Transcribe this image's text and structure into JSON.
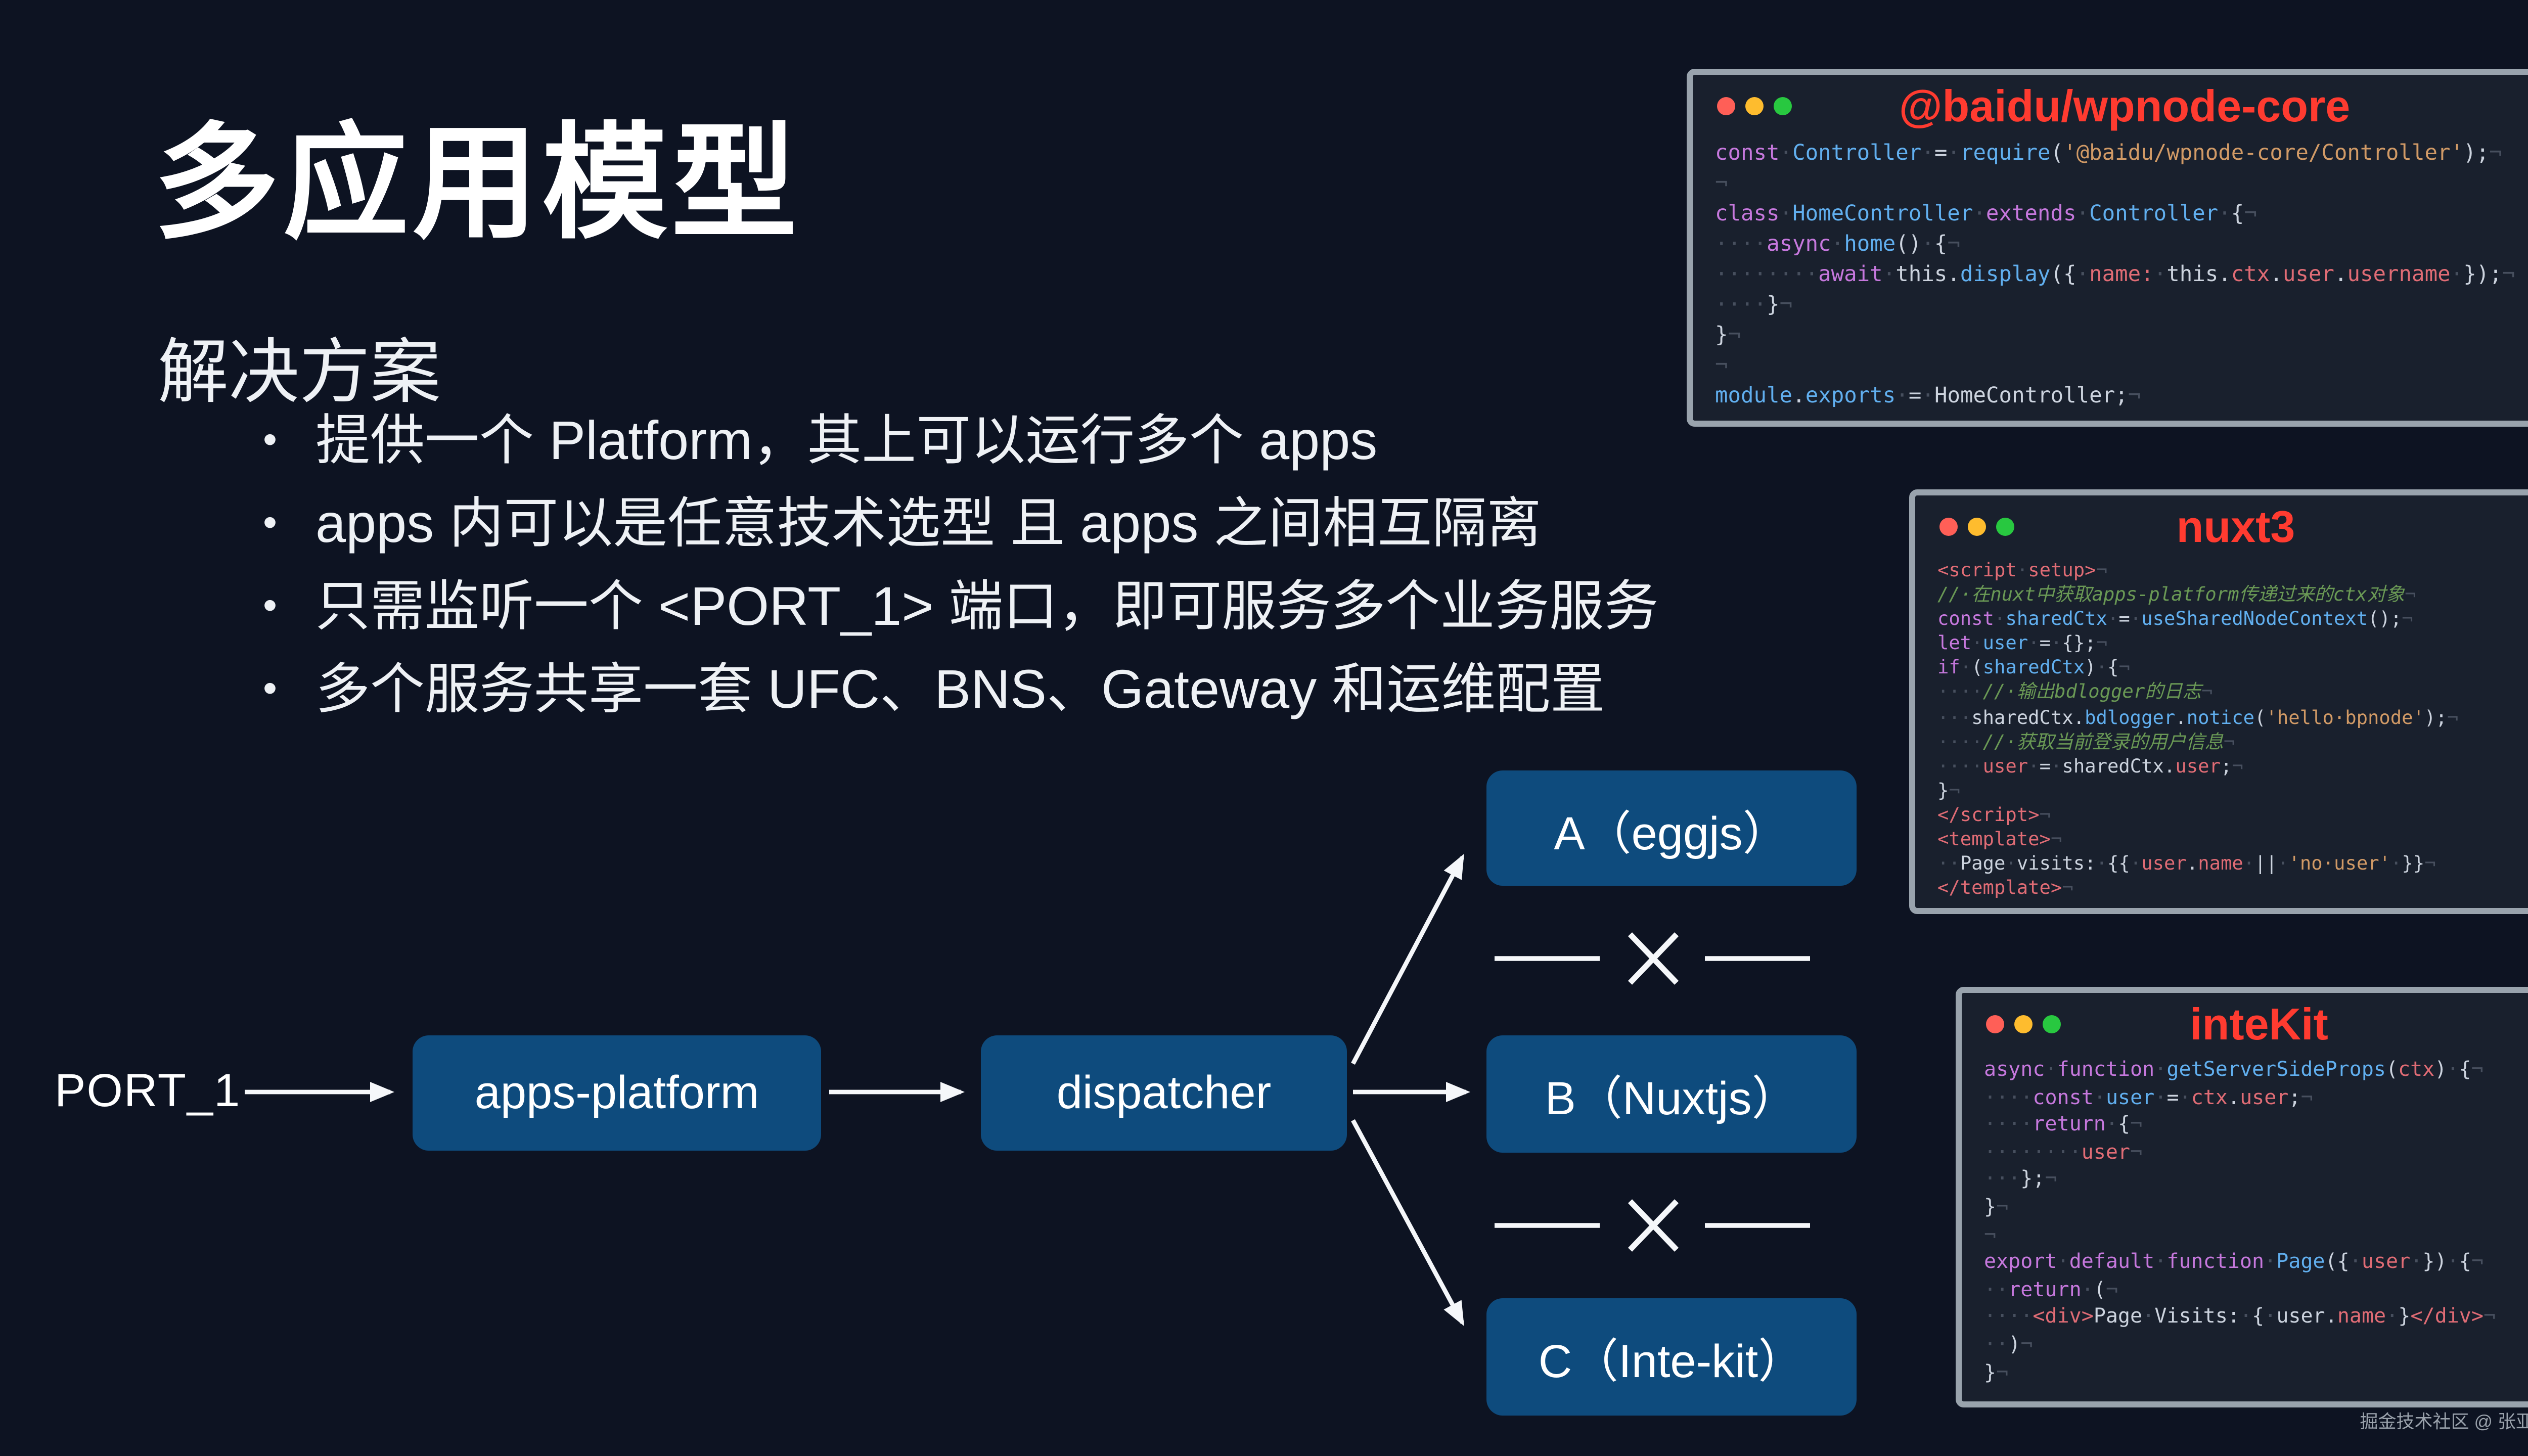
{
  "slide": {
    "title": "多应用模型",
    "subtitle": "解决方案",
    "bullets": [
      "提供一个 Platform，其上可以运行多个 apps",
      "apps 内可以是任意技术选型 且 apps 之间相互隔离",
      "只需监听一个 <PORT_1> 端口，即可服务多个业务服务",
      "多个服务共享一套 UFC、BNS、Gateway 和运维配置"
    ],
    "watermark": "掘金技术社区 @ 张亚涛"
  },
  "diagram": {
    "port_label": "PORT_1",
    "nodes": [
      {
        "id": "apps-platform",
        "label": "apps-platform"
      },
      {
        "id": "dispatcher",
        "label": "dispatcher"
      },
      {
        "id": "app-a",
        "label": "A（eggjs）"
      },
      {
        "id": "app-b",
        "label": "B（Nuxtjs）"
      },
      {
        "id": "app-c",
        "label": "C（Inte-kit）"
      }
    ]
  },
  "windows": [
    {
      "title": "@baidu/wpnode-core",
      "lines": [
        [
          [
            "m",
            "const"
          ],
          [
            "d",
            "·"
          ],
          [
            "b",
            "Controller"
          ],
          [
            "d",
            "·"
          ],
          [
            "w",
            "="
          ],
          [
            "d",
            "·"
          ],
          [
            "b",
            "require"
          ],
          [
            "w",
            "("
          ],
          [
            "o",
            "'@baidu/wpnode-core/Controller'"
          ],
          [
            "w",
            ");"
          ],
          [
            "d",
            "¬"
          ]
        ],
        [
          [
            "d",
            "¬"
          ]
        ],
        [
          [
            "m",
            "class"
          ],
          [
            "d",
            "·"
          ],
          [
            "b",
            "HomeController"
          ],
          [
            "d",
            "·"
          ],
          [
            "m",
            "extends"
          ],
          [
            "d",
            "·"
          ],
          [
            "b",
            "Controller"
          ],
          [
            "d",
            "·"
          ],
          [
            "w",
            "{"
          ],
          [
            "d",
            "¬"
          ]
        ],
        [
          [
            "d",
            "····"
          ],
          [
            "m",
            "async"
          ],
          [
            "d",
            "·"
          ],
          [
            "b",
            "home"
          ],
          [
            "w",
            "()"
          ],
          [
            "d",
            "·"
          ],
          [
            "w",
            "{"
          ],
          [
            "d",
            "¬"
          ]
        ],
        [
          [
            "d",
            "········"
          ],
          [
            "m",
            "await"
          ],
          [
            "d",
            "·"
          ],
          [
            "w",
            "this."
          ],
          [
            "b",
            "display"
          ],
          [
            "w",
            "({"
          ],
          [
            "d",
            "·"
          ],
          [
            "r",
            "name:"
          ],
          [
            "d",
            "·"
          ],
          [
            "w",
            "this."
          ],
          [
            "r",
            "ctx"
          ],
          [
            "w",
            "."
          ],
          [
            "r",
            "user"
          ],
          [
            "w",
            "."
          ],
          [
            "r",
            "username"
          ],
          [
            "d",
            "·"
          ],
          [
            "w",
            "});"
          ],
          [
            "d",
            "¬"
          ]
        ],
        [
          [
            "d",
            "····"
          ],
          [
            "w",
            "}"
          ],
          [
            "d",
            "¬"
          ]
        ],
        [
          [
            "w",
            "}"
          ],
          [
            "d",
            "¬"
          ]
        ],
        [
          [
            "d",
            "¬"
          ]
        ],
        [
          [
            "b",
            "module"
          ],
          [
            "w",
            "."
          ],
          [
            "b",
            "exports"
          ],
          [
            "d",
            "·"
          ],
          [
            "w",
            "="
          ],
          [
            "d",
            "·"
          ],
          [
            "w",
            "HomeController;"
          ],
          [
            "d",
            "¬"
          ]
        ]
      ]
    },
    {
      "title": "nuxt3",
      "lines": [
        [
          [
            "r",
            "<script"
          ],
          [
            "d",
            "·"
          ],
          [
            "r",
            "setup>"
          ],
          [
            "d",
            "¬"
          ]
        ],
        [
          [
            "g",
            "//·在nuxt中获取apps-platform传递过来的ctx对象"
          ],
          [
            "d",
            "¬"
          ]
        ],
        [
          [
            "m",
            "const"
          ],
          [
            "d",
            "·"
          ],
          [
            "b",
            "sharedCtx"
          ],
          [
            "d",
            "·"
          ],
          [
            "w",
            "="
          ],
          [
            "d",
            "·"
          ],
          [
            "b",
            "useSharedNodeContext"
          ],
          [
            "w",
            "();"
          ],
          [
            "d",
            "¬"
          ]
        ],
        [
          [
            "m",
            "let"
          ],
          [
            "d",
            "·"
          ],
          [
            "b",
            "user"
          ],
          [
            "d",
            "·"
          ],
          [
            "w",
            "="
          ],
          [
            "d",
            "·"
          ],
          [
            "w",
            "{};"
          ],
          [
            "d",
            "¬"
          ]
        ],
        [
          [
            "m",
            "if"
          ],
          [
            "d",
            "·"
          ],
          [
            "w",
            "("
          ],
          [
            "b",
            "sharedCtx"
          ],
          [
            "w",
            ")"
          ],
          [
            "d",
            "·"
          ],
          [
            "w",
            "{"
          ],
          [
            "d",
            "¬"
          ]
        ],
        [
          [
            "d",
            "····"
          ],
          [
            "g",
            "//·输出bdlogger的日志"
          ],
          [
            "d",
            "¬"
          ]
        ],
        [
          [
            "d",
            "···"
          ],
          [
            "w",
            "sharedCtx."
          ],
          [
            "b",
            "bdlogger"
          ],
          [
            "w",
            "."
          ],
          [
            "b",
            "notice"
          ],
          [
            "w",
            "("
          ],
          [
            "o",
            "'hello·bpnode'"
          ],
          [
            "w",
            ");"
          ],
          [
            "d",
            "¬"
          ]
        ],
        [
          [
            "d",
            "····"
          ],
          [
            "g",
            "//·获取当前登录的用户信息"
          ],
          [
            "d",
            "¬"
          ]
        ],
        [
          [
            "d",
            "····"
          ],
          [
            "r",
            "user"
          ],
          [
            "d",
            "·"
          ],
          [
            "w",
            "="
          ],
          [
            "d",
            "·"
          ],
          [
            "w",
            "sharedCtx."
          ],
          [
            "r",
            "user"
          ],
          [
            "w",
            ";"
          ],
          [
            "d",
            "¬"
          ]
        ],
        [
          [
            "w",
            "}"
          ],
          [
            "d",
            "¬"
          ]
        ],
        [
          [
            "r",
            "</script>"
          ],
          [
            "d",
            "¬"
          ]
        ],
        [
          [
            "r",
            "<template>"
          ],
          [
            "d",
            "¬"
          ]
        ],
        [
          [
            "d",
            "··"
          ],
          [
            "w",
            "Page"
          ],
          [
            "d",
            "·"
          ],
          [
            "w",
            "visits:"
          ],
          [
            "d",
            "·"
          ],
          [
            "w",
            "{{"
          ],
          [
            "d",
            "·"
          ],
          [
            "r",
            "user"
          ],
          [
            "w",
            "."
          ],
          [
            "r",
            "name"
          ],
          [
            "d",
            "·"
          ],
          [
            "w",
            "||"
          ],
          [
            "d",
            "·"
          ],
          [
            "o",
            "'no·user'"
          ],
          [
            "d",
            "·"
          ],
          [
            "w",
            "}}"
          ],
          [
            "d",
            "¬"
          ]
        ],
        [
          [
            "r",
            "</template>"
          ],
          [
            "d",
            "¬"
          ]
        ]
      ]
    },
    {
      "title": "inteKit",
      "lines": [
        [
          [
            "m",
            "async"
          ],
          [
            "d",
            "·"
          ],
          [
            "m",
            "function"
          ],
          [
            "d",
            "·"
          ],
          [
            "b",
            "getServerSideProps"
          ],
          [
            "w",
            "("
          ],
          [
            "r",
            "ctx"
          ],
          [
            "w",
            ")"
          ],
          [
            "d",
            "·"
          ],
          [
            "w",
            "{"
          ],
          [
            "d",
            "¬"
          ]
        ],
        [
          [
            "d",
            "····"
          ],
          [
            "m",
            "const"
          ],
          [
            "d",
            "·"
          ],
          [
            "b",
            "user"
          ],
          [
            "d",
            "·"
          ],
          [
            "w",
            "="
          ],
          [
            "d",
            "·"
          ],
          [
            "r",
            "ctx"
          ],
          [
            "w",
            "."
          ],
          [
            "r",
            "user"
          ],
          [
            "w",
            ";"
          ],
          [
            "d",
            "¬"
          ]
        ],
        [
          [
            "d",
            "····"
          ],
          [
            "m",
            "return"
          ],
          [
            "d",
            "·"
          ],
          [
            "w",
            "{"
          ],
          [
            "d",
            "¬"
          ]
        ],
        [
          [
            "d",
            "········"
          ],
          [
            "r",
            "user"
          ],
          [
            "d",
            "¬"
          ]
        ],
        [
          [
            "d",
            "···"
          ],
          [
            "w",
            "};"
          ],
          [
            "d",
            "¬"
          ]
        ],
        [
          [
            "w",
            "}"
          ],
          [
            "d",
            "¬"
          ]
        ],
        [
          [
            "d",
            "¬"
          ]
        ],
        [
          [
            "m",
            "export"
          ],
          [
            "d",
            "·"
          ],
          [
            "m",
            "default"
          ],
          [
            "d",
            "·"
          ],
          [
            "m",
            "function"
          ],
          [
            "d",
            "·"
          ],
          [
            "b",
            "Page"
          ],
          [
            "w",
            "({"
          ],
          [
            "d",
            "·"
          ],
          [
            "r",
            "user"
          ],
          [
            "d",
            "·"
          ],
          [
            "w",
            "})"
          ],
          [
            "d",
            "·"
          ],
          [
            "w",
            "{"
          ],
          [
            "d",
            "¬"
          ]
        ],
        [
          [
            "d",
            "··"
          ],
          [
            "m",
            "return"
          ],
          [
            "d",
            "·"
          ],
          [
            "w",
            "("
          ],
          [
            "d",
            "¬"
          ]
        ],
        [
          [
            "d",
            "····"
          ],
          [
            "r",
            "<div>"
          ],
          [
            "w",
            "Page"
          ],
          [
            "d",
            "·"
          ],
          [
            "w",
            "Visits:"
          ],
          [
            "d",
            "·"
          ],
          [
            "w",
            "{"
          ],
          [
            "d",
            "·"
          ],
          [
            "w",
            "user"
          ],
          [
            "w",
            "."
          ],
          [
            "r",
            "name"
          ],
          [
            "d",
            "·"
          ],
          [
            "w",
            "}"
          ],
          [
            "r",
            "</div>"
          ],
          [
            "d",
            "¬"
          ]
        ],
        [
          [
            "d",
            "··"
          ],
          [
            "w",
            ")"
          ],
          [
            "d",
            "¬"
          ]
        ],
        [
          [
            "w",
            "}"
          ],
          [
            "d",
            "¬"
          ]
        ]
      ]
    }
  ],
  "colors": {
    "background": "#0d1322",
    "node-blue": "#0e4b7d",
    "accent-red": "#ff3b30",
    "window-bg": "#19202d",
    "window-frame": "#99a3ad",
    "dot-red": "#ff5f57",
    "dot-yellow": "#febc2e",
    "dot-green": "#28c840"
  }
}
